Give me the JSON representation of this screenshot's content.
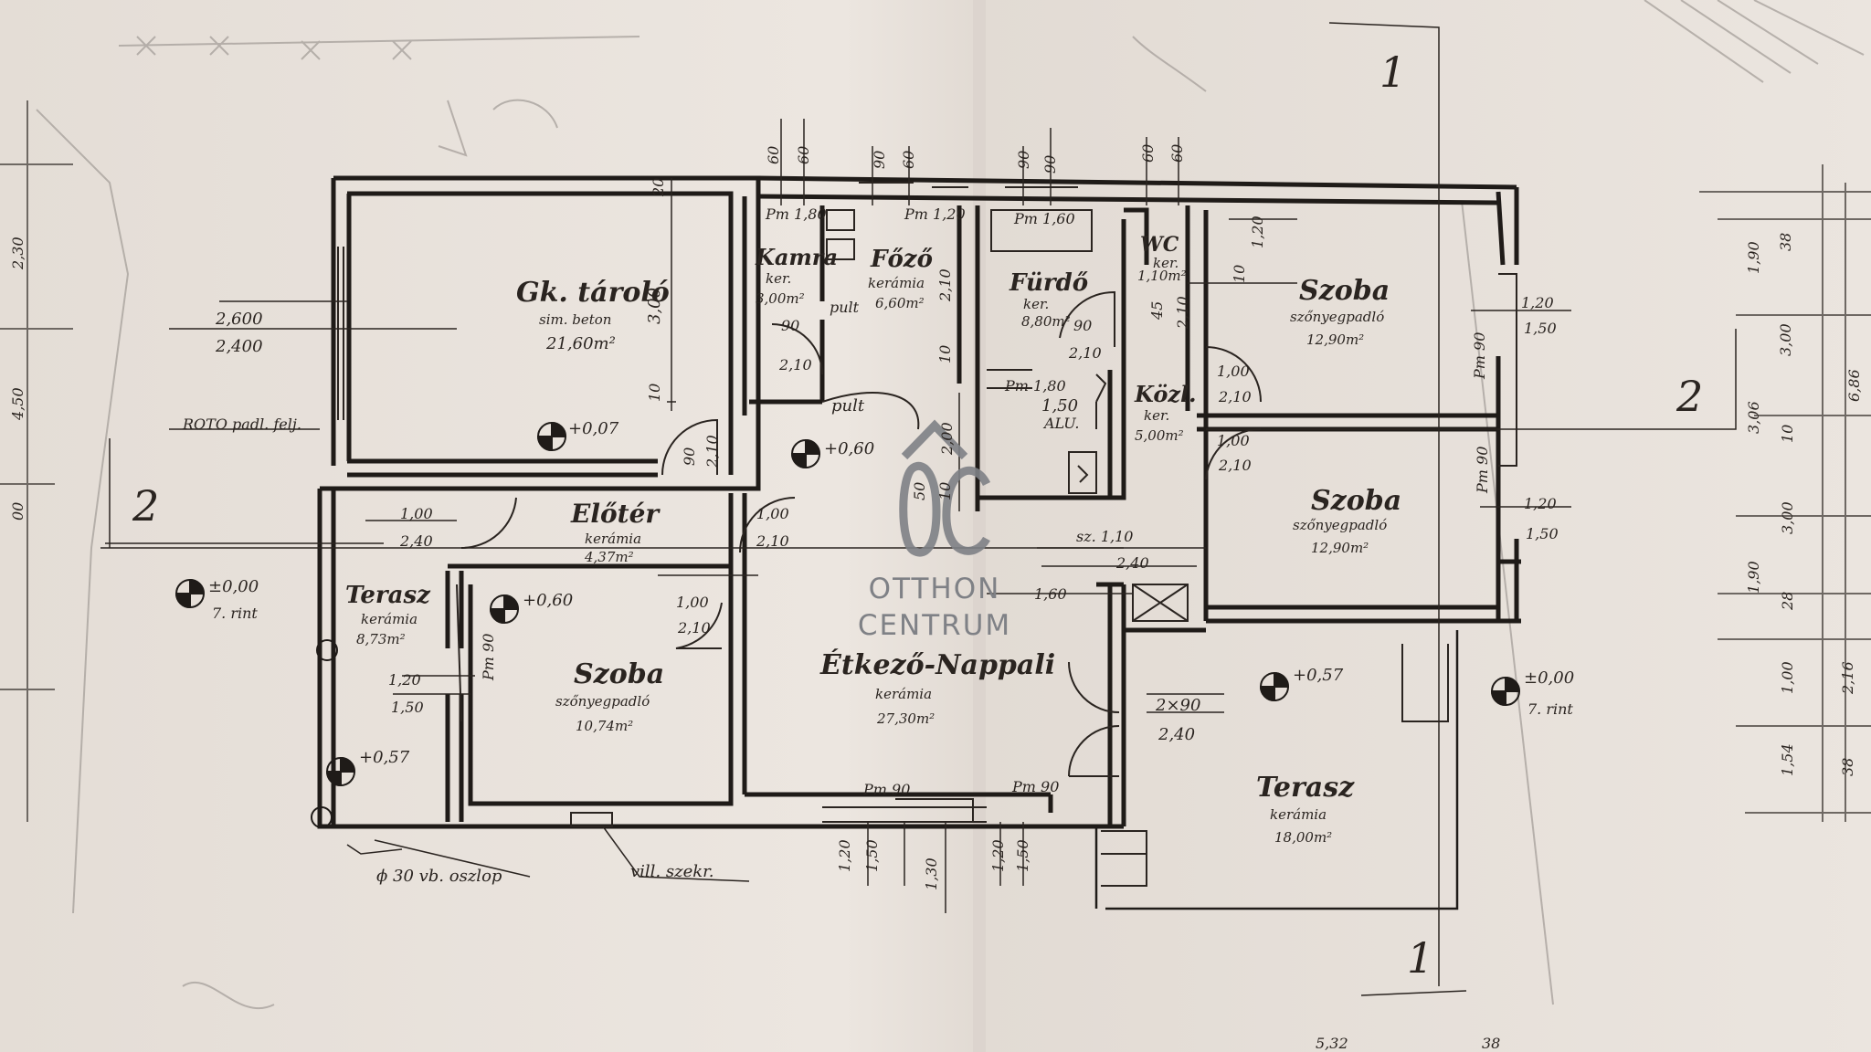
{
  "watermark": {
    "line1": "OTTHON",
    "line2": "CENTRUM"
  },
  "section_marks": {
    "s1": "1",
    "s2": "2"
  },
  "rooms": {
    "gk_tarolo": {
      "name": "Gk. tároló",
      "floor": "sim. beton",
      "area": "21,60m²"
    },
    "kamra": {
      "name": "Kamra",
      "floor": "ker.",
      "area": "3,00m²"
    },
    "fozo": {
      "name": "Főző",
      "floor": "kerámia",
      "area": "6,60m²"
    },
    "furdo": {
      "name": "Fürdő",
      "floor": "ker.",
      "area": "8,80m²"
    },
    "wc": {
      "name": "WC",
      "floor": "ker.",
      "area": "1,10m²"
    },
    "kozl": {
      "name": "Közl.",
      "floor": "ker.",
      "area": "5,00m²"
    },
    "szoba_ne": {
      "name": "Szoba",
      "floor": "szőnyegpadló",
      "area": "12,90m²"
    },
    "szoba_e": {
      "name": "Szoba",
      "floor": "szőnyegpadló",
      "area": "12,90m²"
    },
    "eloter": {
      "name": "Előtér",
      "floor": "kerámia",
      "area": "4,37m²"
    },
    "terasz_w": {
      "name": "Terasz",
      "floor": "kerámia",
      "area": "8,73m²"
    },
    "szoba_w": {
      "name": "Szoba",
      "floor": "szőnyegpadló",
      "area": "10,74m²"
    },
    "etkezo": {
      "name": "Étkező-Nappali",
      "floor": "kerámia",
      "area": "27,30m²"
    },
    "terasz_e": {
      "name": "Terasz",
      "floor": "kerámia",
      "area": "18,00m²"
    }
  },
  "levels": {
    "gk": "+0,07",
    "center": "+0,60",
    "szoba_w": "+0,60",
    "zero_w": "±0,00",
    "zero_w_sub": "7. rint",
    "terasz_w": "+0,57",
    "terasz_e": "+0,57",
    "zero_e": "±0,00",
    "zero_e_sub": "7. rint"
  },
  "dimensions": {
    "gk_door_w": "2,600",
    "gk_door_h": "2,400",
    "roto": "ROTO padl. felj.",
    "gk_3": "3,00",
    "gk_10": "10",
    "gk_20": "20",
    "door_90": "90",
    "door_210": "2,10",
    "kamra_mf": "Pm 1,80",
    "fozo_mf": "Pm 1,20",
    "fozo_pult": "pult",
    "pult2": "pult",
    "fozo_210": "2,10",
    "fozo_10": "10",
    "furdo_mf": "Pm 1,60",
    "furdo_90": "90",
    "furdo_210": "2,10",
    "furdo_mf2": "Pm 1,80",
    "furdo_150": "1,50",
    "alu": "ALU.",
    "wc_10": "10",
    "wc_120": "1,20",
    "wc_45": "45",
    "wc_210": "2,10",
    "h_90": "90",
    "h_60": "60",
    "h_90b": "90",
    "h_60b": "60",
    "h_90c": "90",
    "h_60c": "60",
    "kozl_door1_w": "1,00",
    "kozl_door1_h": "2,10",
    "kozl_door2_w": "1,00",
    "kozl_door2_h": "2,10",
    "szoba_ne_w": "1,20",
    "szoba_ne_h": "1,50",
    "szoba_e_w": "1,20",
    "szoba_e_h": "1,50",
    "pm90_ne": "Pm 90",
    "pm90_e": "Pm 90",
    "eloter_w1": "1,00",
    "eloter_h1": "2,40",
    "eloter_w2": "1,00",
    "eloter_h2": "2,10",
    "center_200": "2,00",
    "center_50": "50",
    "center_10": "10",
    "sz_110": "sz. 1,10",
    "sz_240": "2,40",
    "d_160": "1,60",
    "szoba_w_door_w": "1,00",
    "szoba_w_door_h": "2,10",
    "terasz_w_win_w": "1,20",
    "terasz_w_win_h": "1,50",
    "pm90_w": "Pm 90",
    "terasz_e_door_w": "2×90",
    "terasz_e_door_h": "2,40",
    "bot_pm90a": "Pm 90",
    "bot_pm90b": "Pm 90",
    "bot_120": "1,20",
    "bot_150": "1,50",
    "bot_130": "1,30",
    "bot_120b": "1,20",
    "bot_150b": "1,50",
    "col": "ϕ 30 vb. oszlop",
    "vill": "vill. szekr.",
    "r_190": "1,90",
    "r_38": "38",
    "r_300": "3,00",
    "r_306": "3,06",
    "r_686": "6,86",
    "r_10": "10",
    "r_300b": "3,00",
    "r_190b": "1,90",
    "r_28": "28",
    "r_100": "1,00",
    "r_216": "2,16",
    "r_154": "1,54",
    "r_38b": "38",
    "l_230": "2,30",
    "l_450": "4,50",
    "l_00": "00",
    "b_532": "5,32",
    "b_38": "38"
  }
}
